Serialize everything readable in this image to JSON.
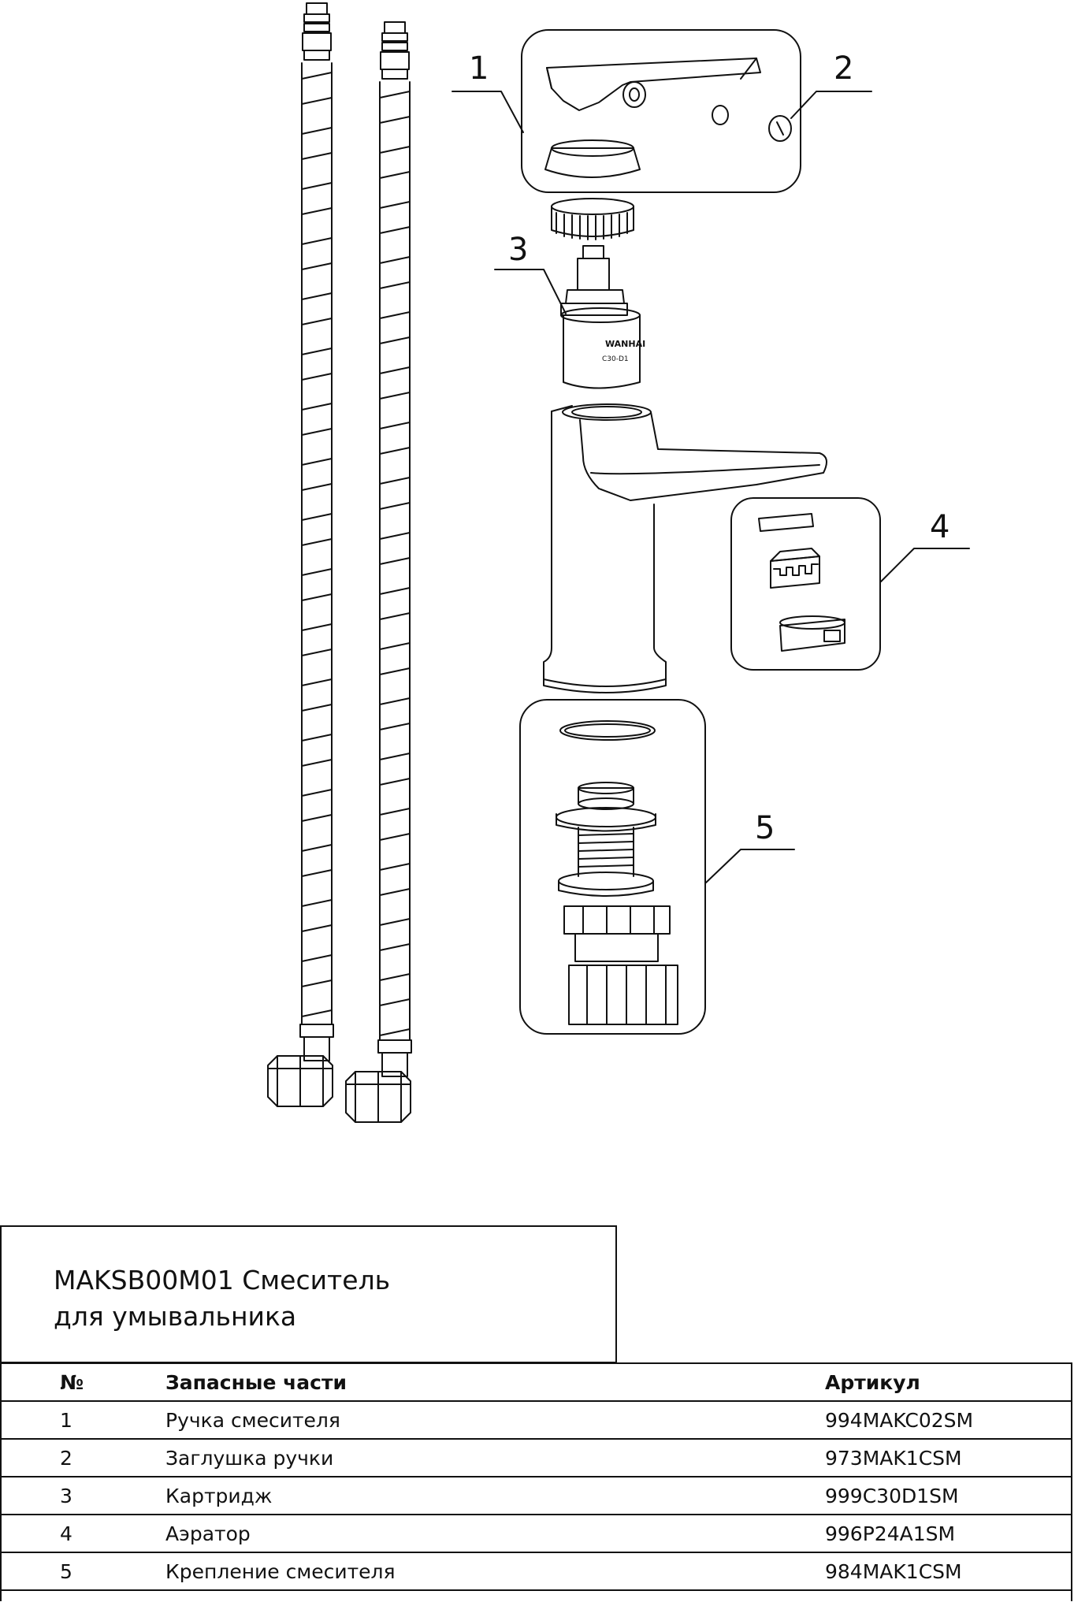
{
  "callouts": [
    "1",
    "2",
    "3",
    "4",
    "5"
  ],
  "cartridge_marking": [
    "WANHAI",
    "C30-D1"
  ],
  "title": {
    "line1": "MAKSB00M01 Смеситель",
    "line2": "для умывальника"
  },
  "table": {
    "headers": [
      "№",
      "Запасные части",
      "Артикул"
    ],
    "rows": [
      [
        "1",
        "Ручка смесителя",
        "994MAKC02SM"
      ],
      [
        "2",
        "Заглушка ручки",
        "973MAK1CSM"
      ],
      [
        "3",
        "Картридж",
        "999C30D1SM"
      ],
      [
        "4",
        "Аэратор",
        "996P24A1SM"
      ],
      [
        "5",
        "Крепление смесителя",
        "984MAK1CSM"
      ]
    ]
  },
  "colors": {
    "line": "#111111",
    "background": "#ffffff"
  }
}
